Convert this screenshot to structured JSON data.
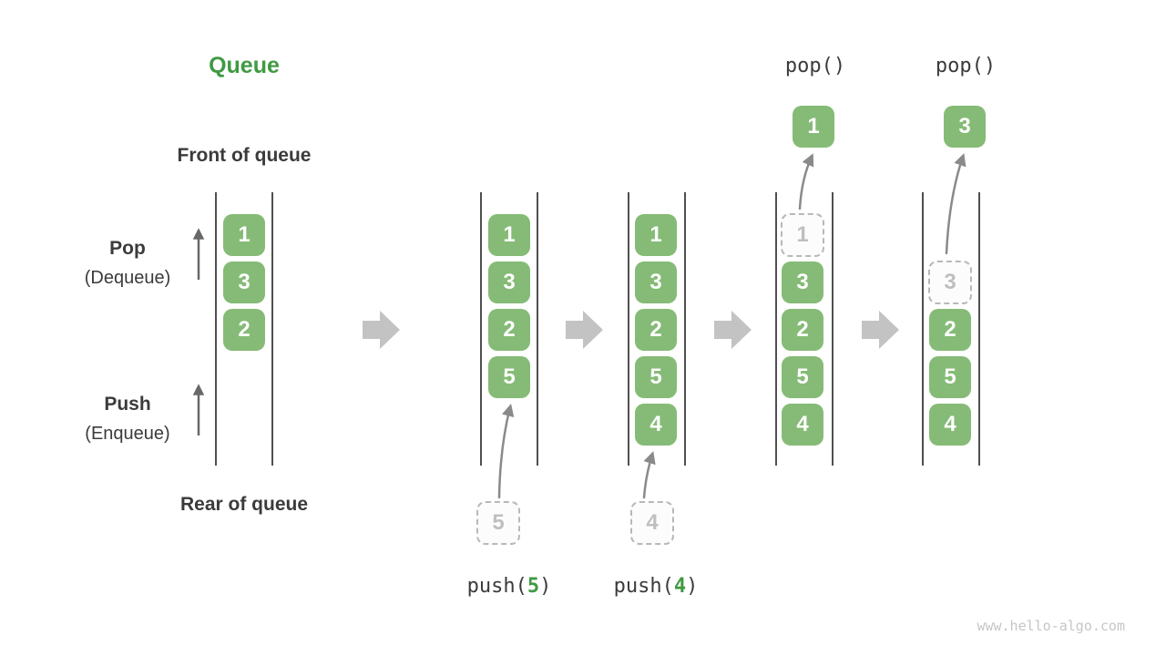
{
  "title": "Queue",
  "watermark": "www.hello-algo.com",
  "colors": {
    "box_green": "#85bb76",
    "title_green": "#3f9a42",
    "dark_text": "#3b3b3b",
    "block_arrow_gray": "#c3c3c3",
    "curve_arrow_gray": "#8a8a8a",
    "ghost_gray": "#b8b8b8"
  },
  "icons": {
    "flow": "right-block-arrow",
    "direction": "up-arrow",
    "transfer": "curved-up-arrow"
  },
  "side_labels": {
    "front": "Front of queue",
    "rear": "Rear of queue",
    "pop_title": "Pop",
    "pop_sub": "(Dequeue)",
    "push_title": "Push",
    "push_sub": "(Enqueue)"
  },
  "operations": {
    "pop_a": "pop()",
    "pop_b": "pop()",
    "push_a": {
      "prefix": "push(",
      "arg": "5",
      "suffix": ")"
    },
    "push_b": {
      "prefix": "push(",
      "arg": "4",
      "suffix": ")"
    }
  },
  "states": [
    {
      "name": "initial",
      "boxes": [
        "1",
        "3",
        "2"
      ]
    },
    {
      "name": "after-push-5",
      "boxes": [
        "1",
        "3",
        "2",
        "5"
      ],
      "incoming": "5"
    },
    {
      "name": "after-push-4",
      "boxes": [
        "1",
        "3",
        "2",
        "5",
        "4"
      ],
      "incoming": "4"
    },
    {
      "name": "after-pop-1",
      "ghost": "1",
      "boxes": [
        "3",
        "2",
        "5",
        "4"
      ],
      "popped": "1"
    },
    {
      "name": "after-pop-3",
      "ghost": "3",
      "boxes": [
        "2",
        "5",
        "4"
      ],
      "popped": "3"
    }
  ]
}
